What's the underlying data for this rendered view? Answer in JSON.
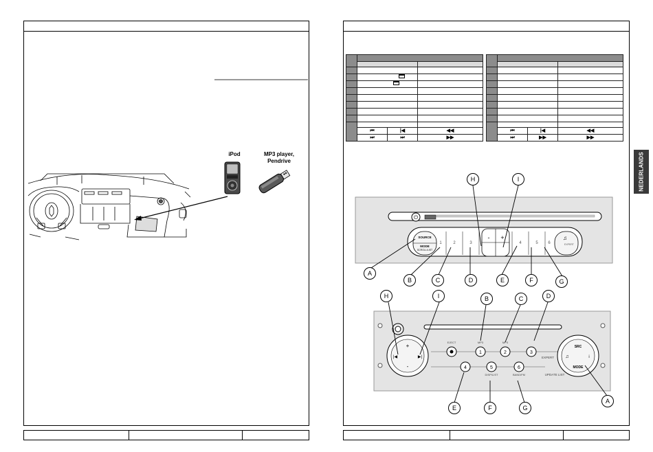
{
  "sidebar": {
    "language_tab": "NEDERLANDS"
  },
  "devices": {
    "ipod_label": "iPod",
    "mp3_label_line1": "MP3 player,",
    "mp3_label_line2": "Pendrive"
  },
  "tables": {
    "left_rows": [
      {
        "has_folder": false
      },
      {
        "has_folder": true
      },
      {
        "has_folder": true
      },
      {
        "has_folder": false
      },
      {
        "has_folder": false
      },
      {
        "has_folder": false
      },
      {
        "has_folder": false
      },
      {
        "has_folder": false
      }
    ],
    "track_symbols": {
      "row1": [
        "⏮",
        "|◀",
        "◀◀"
      ],
      "row2": [
        "⏭",
        "⏭",
        "▶▶"
      ],
      "right_row1": [
        "⏮",
        "|◀",
        "◀◀"
      ],
      "right_row2": [
        "⏭",
        "▶▶",
        "▶▶"
      ]
    }
  },
  "callouts": {
    "top": [
      "H",
      "I"
    ],
    "bottom_top": [
      "H",
      "I",
      "B",
      "C",
      "D"
    ],
    "bottom_row1": [
      "A",
      "B",
      "C",
      "D",
      "E",
      "F",
      "G"
    ],
    "bottom_row2": [
      "E",
      "F",
      "G",
      "A"
    ]
  },
  "radio1": {
    "source": "SOURCE",
    "mode": "MODE",
    "mode_sub": "SCROLL/LIST",
    "presets": [
      "1",
      "2",
      "3",
      "4",
      "5",
      "6"
    ],
    "minus": "-",
    "plus": "+",
    "expert": "EXPERT"
  },
  "radio2": {
    "eject": "EJECT",
    "mp3_1": "MP3",
    "mp3_2": "MP3",
    "presets": [
      "1",
      "2",
      "3",
      "4",
      "5",
      "6"
    ],
    "expert": "EXPERT",
    "disp_label": "DISP/LIST",
    "bandfm": "BAND/FM",
    "update_list": "UPDATE LIST",
    "src": "SRC",
    "mode": "MODE",
    "plus": "+",
    "minus": "-"
  }
}
